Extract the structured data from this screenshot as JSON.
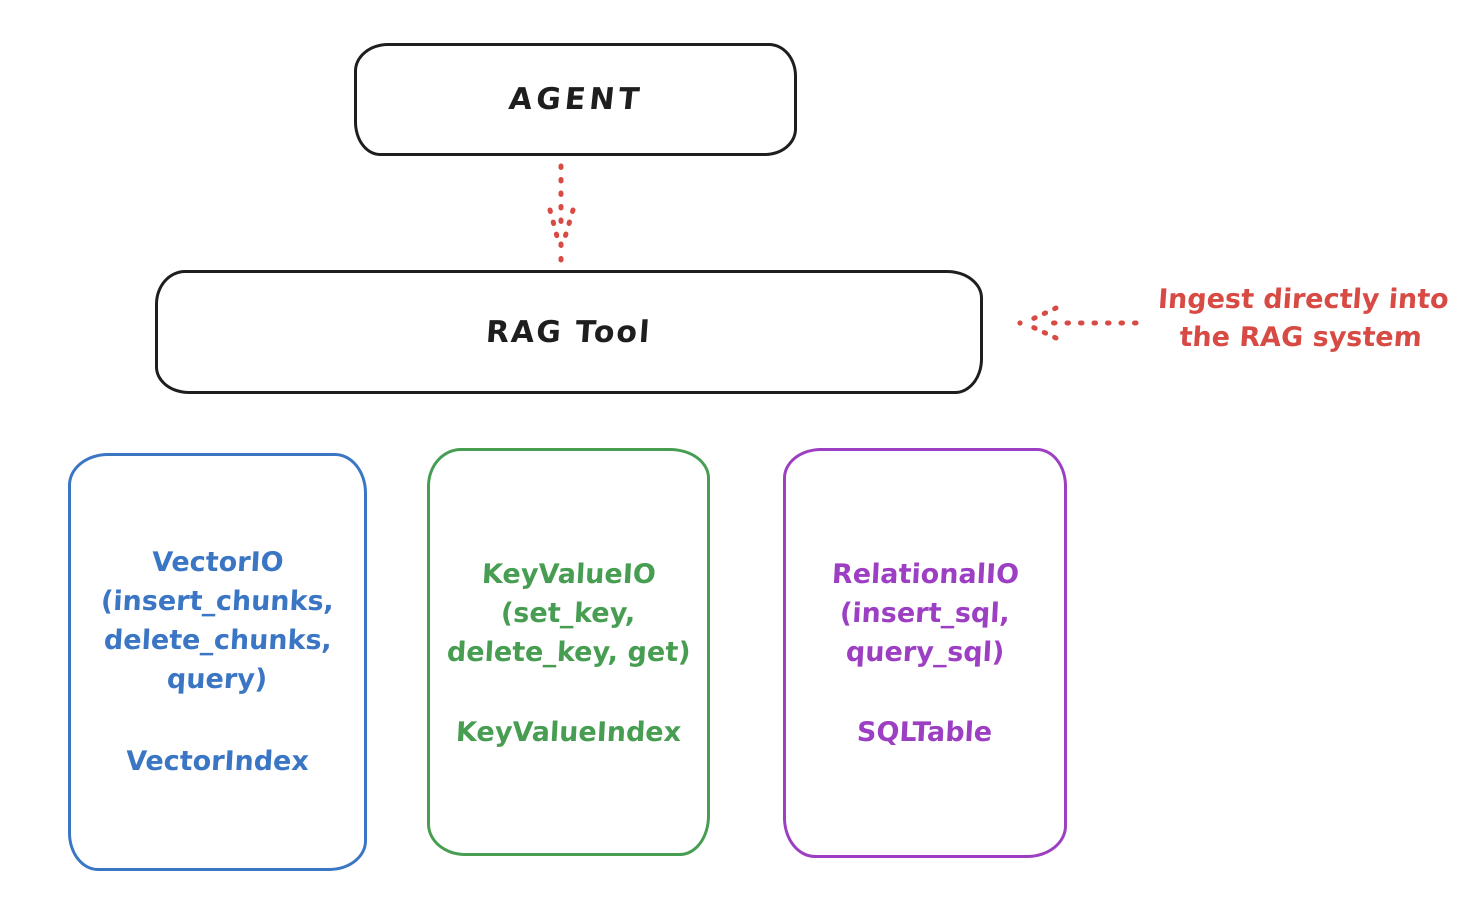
{
  "agent": {
    "label": "AGENT"
  },
  "rag_tool": {
    "label": "RAG Tool"
  },
  "annotation": {
    "line1": "Ingest directly into",
    "line2": "the RAG system"
  },
  "io_boxes": [
    {
      "title": "VectorIO",
      "lines": [
        "(insert_chunks,",
        "delete_chunks,",
        "query)"
      ],
      "index": "VectorIndex",
      "color": "#3b76c4"
    },
    {
      "title": "KeyValueIO",
      "lines": [
        "(set_key,",
        "delete_key, get)"
      ],
      "index": "KeyValueIndex",
      "color": "#479e52"
    },
    {
      "title": "RelationalIO",
      "lines": [
        "(insert_sql,",
        "query_sql)"
      ],
      "index": "SQLTable",
      "color": "#9d3fc3"
    }
  ],
  "colors": {
    "stroke": "#1e1e1e",
    "red_accent": "#d84a44",
    "background": "#ffffff"
  }
}
